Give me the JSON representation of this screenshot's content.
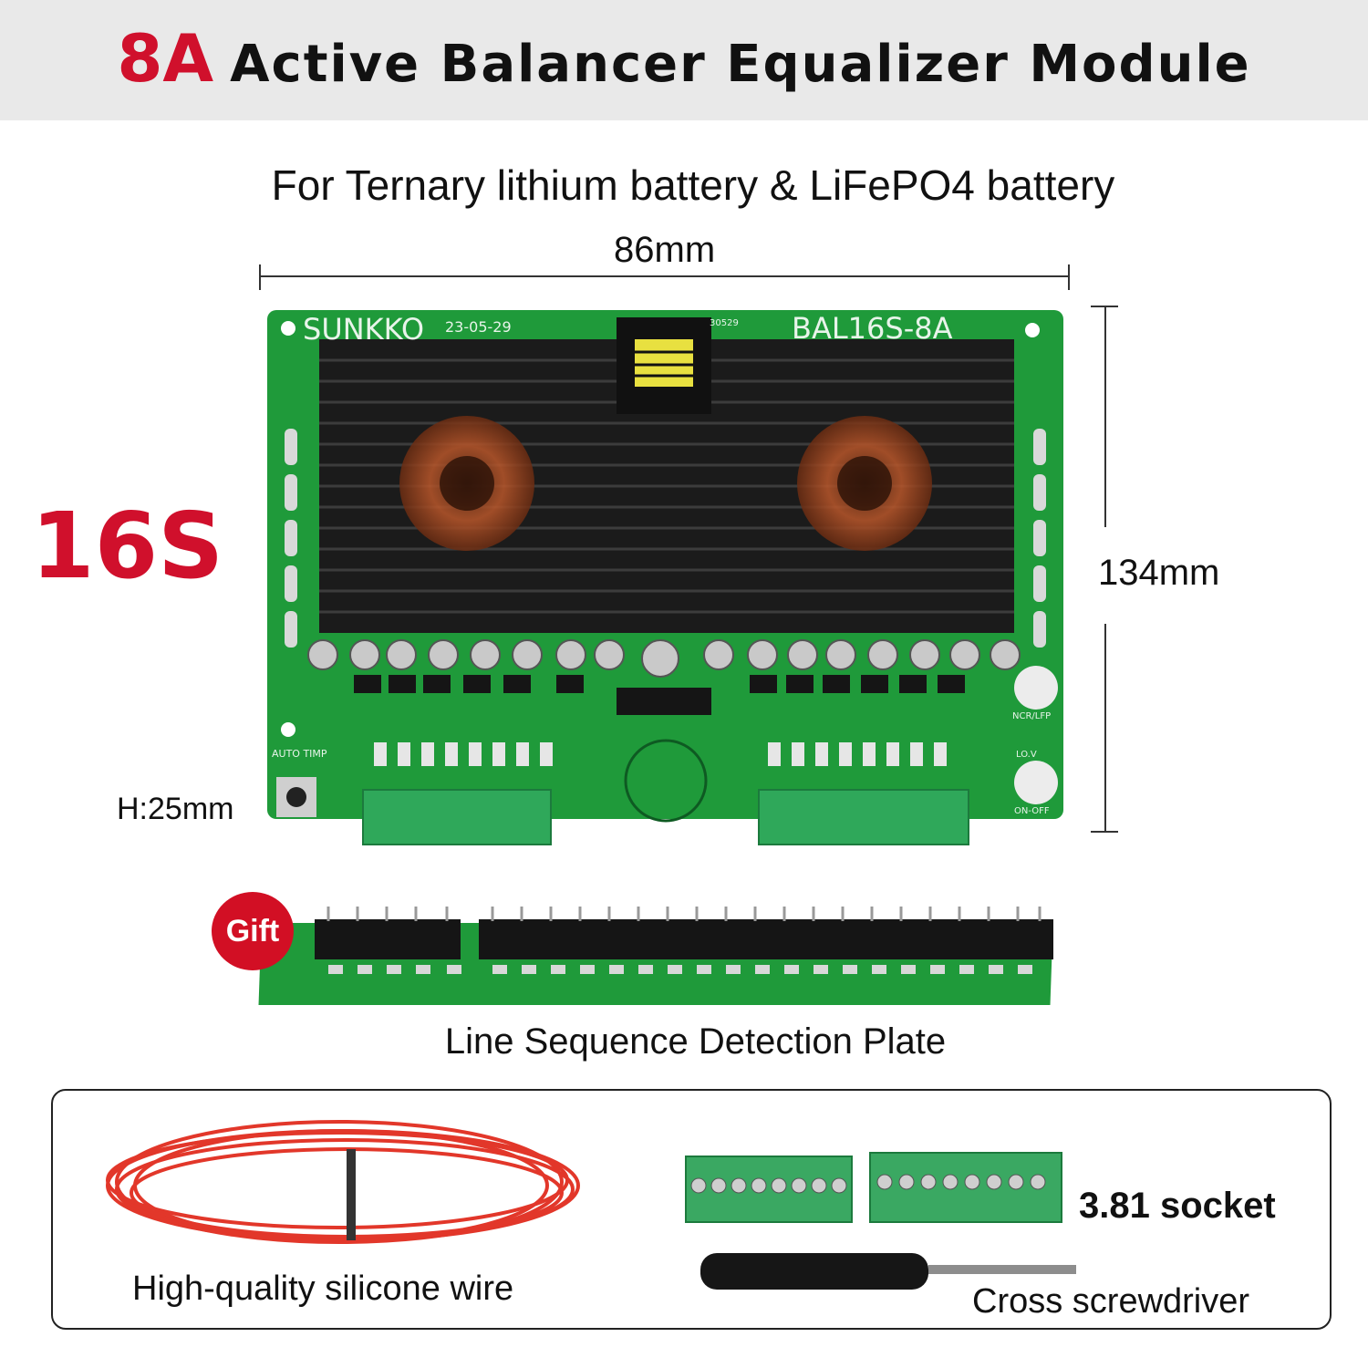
{
  "banner": {
    "current": "8A",
    "title": "Active Balancer Equalizer Module"
  },
  "subtitle": "For Ternary lithium battery & LiFePO4 battery",
  "dimensions": {
    "width": "86mm",
    "height": "134mm",
    "thickness": "H:25mm"
  },
  "cells": "16S",
  "board": {
    "brand": "SUNKKO",
    "date": "23-05-29",
    "model": "BAL16S-8A",
    "small_code": "30529",
    "switch_label": "AUTO TIMP",
    "jumper_label_1": "NCR/LFP",
    "jumper_label_2": "LO.V",
    "jumper_label_3": "ON-OFF"
  },
  "gift": {
    "badge": "Gift",
    "plate": "Line Sequence Detection Plate"
  },
  "accessories": {
    "wire": "High-quality silicone wire",
    "socket": "3.81 socket",
    "screwdriver": "Cross screwdriver"
  },
  "colors": {
    "accent": "#d0102c",
    "pcb": "#1f9a3a",
    "heatsink": "#1b1b1b",
    "terminal": "#2fa85a",
    "wire": "#e2372a"
  }
}
